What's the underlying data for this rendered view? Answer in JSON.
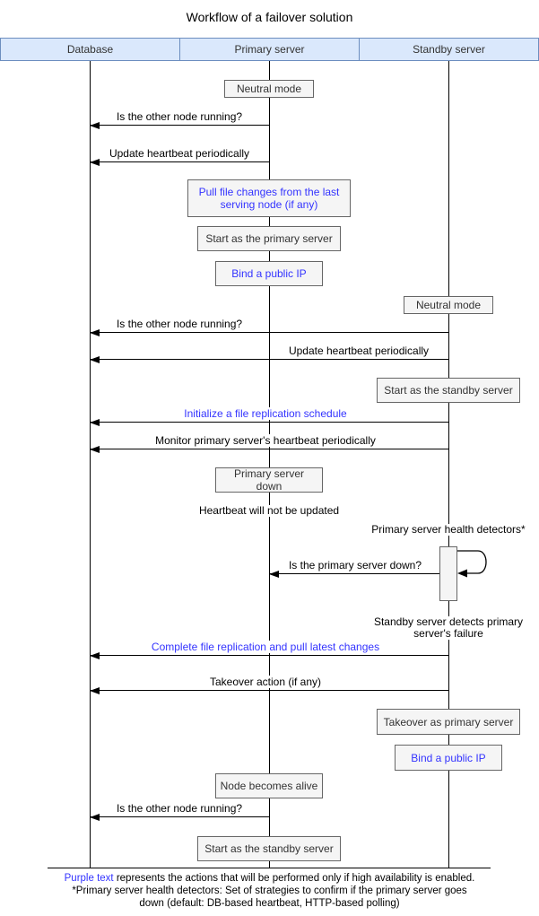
{
  "title": "Workflow of a failover solution",
  "colors": {
    "header_fill": "#dae8fc",
    "header_border": "#6c8ebf",
    "box_fill": "#f5f5f5",
    "box_border": "#666666",
    "highlight_text": "#3333ff",
    "line": "#000000"
  },
  "actors": [
    {
      "label": "Database"
    },
    {
      "label": "Primary server"
    },
    {
      "label": "Standby server"
    }
  ],
  "boxes": [
    {
      "label": "Neutral mode",
      "actor": "Primary server",
      "highlight": false
    },
    {
      "label": "Pull file changes from the last serving node (if any)",
      "actor": "Primary server",
      "highlight": true
    },
    {
      "label": "Start as the primary server",
      "actor": "Primary server",
      "highlight": false
    },
    {
      "label": "Bind a public IP",
      "actor": "Primary server",
      "highlight": true
    },
    {
      "label": "Neutral mode",
      "actor": "Standby server",
      "highlight": false
    },
    {
      "label": "Start as the standby server",
      "actor": "Standby server",
      "highlight": false
    },
    {
      "label": "Primary server down",
      "actor": "Primary server",
      "highlight": false
    },
    {
      "label": "Takeover as primary server",
      "actor": "Standby server",
      "highlight": false
    },
    {
      "label": "Bind a public IP",
      "actor": "Standby server",
      "highlight": true
    },
    {
      "label": "Node becomes alive",
      "actor": "Primary server",
      "highlight": false
    },
    {
      "label": "Start as the standby server",
      "actor": "Primary server",
      "highlight": false
    }
  ],
  "messages": [
    {
      "label": "Is the other node running?",
      "from": "Primary server",
      "to": "Database",
      "highlight": false
    },
    {
      "label": "Update heartbeat periodically",
      "from": "Primary server",
      "to": "Database",
      "highlight": false
    },
    {
      "label": "Is the other node running?",
      "from": "Standby server",
      "to": "Database",
      "highlight": false
    },
    {
      "label": "Update heartbeat periodically",
      "from": "Standby server",
      "to": "Database",
      "highlight": false
    },
    {
      "label": "Initialize a file replication schedule",
      "from": "Standby server",
      "to": "Database",
      "highlight": true
    },
    {
      "label": "Monitor primary server's heartbeat periodically",
      "from": "Standby server",
      "to": "Database",
      "highlight": false
    },
    {
      "label": "Is the primary server down?",
      "from": "Standby server",
      "to": "Primary server",
      "highlight": false
    },
    {
      "label": "Complete file replication and pull latest changes",
      "from": "Standby server",
      "to": "Database",
      "highlight": true
    },
    {
      "label": "Takeover action (if any)",
      "from": "Standby server",
      "to": "Database",
      "highlight": false
    },
    {
      "label": "Is the other node running?",
      "from": "Primary server",
      "to": "Database",
      "highlight": false
    }
  ],
  "notes": [
    {
      "text": "Heartbeat will not be updated"
    },
    {
      "text": "Primary server health detectors*"
    },
    {
      "text": "Standby server detects primary server's failure"
    }
  ],
  "footer": {
    "note1_highlight": "Purple text",
    "note1_rest": " represents the actions that will be performed only if high availability is enabled.",
    "note2": "*Primary server health detectors: Set of strategies to confirm if the primary server goes",
    "note3": "down (default: DB-based heartbeat, HTTP-based polling)"
  }
}
